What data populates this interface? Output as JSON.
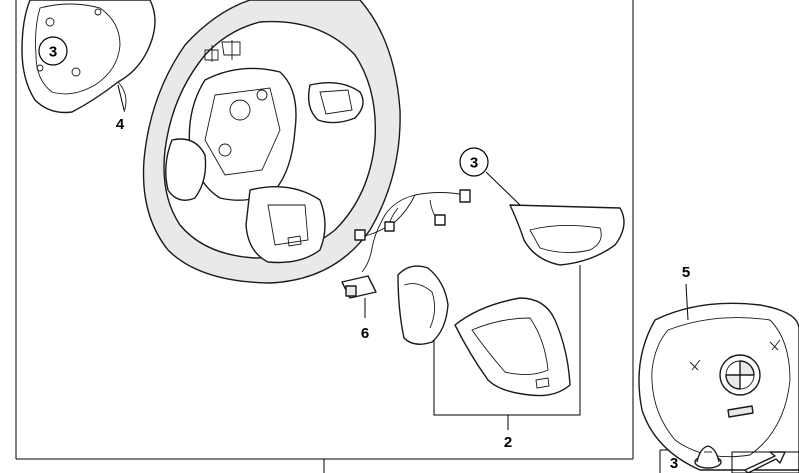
{
  "callouts": {
    "cover_left_circle": "3",
    "cover_left": "4",
    "paddle_circle": "3",
    "airbag": "5",
    "wiring": "6",
    "trim_covers": "2",
    "small_part": "3"
  }
}
